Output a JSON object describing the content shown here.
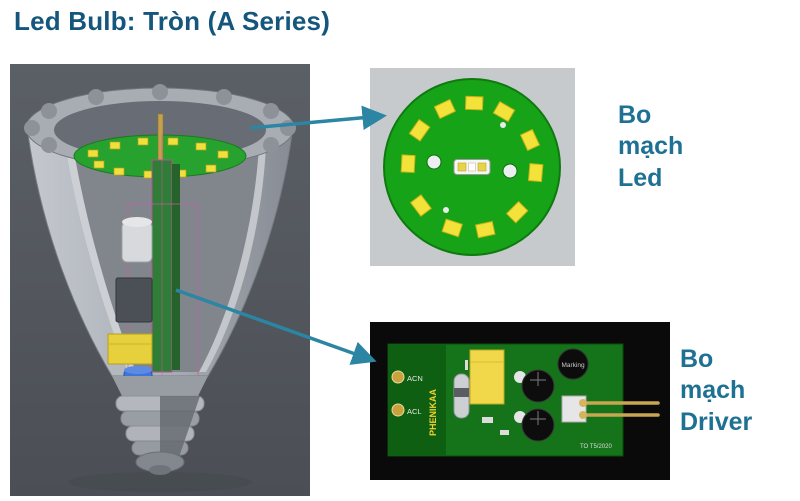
{
  "title": "Led Bulb: Tròn (A Series)",
  "callouts": {
    "led_board_label": "Bo mạch Led",
    "driver_board_label": "Bo mạch Driver"
  },
  "driver_pcb": {
    "brand": "PHENIKAA",
    "terminal_acn": "ACN",
    "terminal_acl": "ACL",
    "marking_text": "Marking",
    "date_code": "TO T5/2020"
  },
  "colors": {
    "title_text": "#15567d",
    "callout_text": "#1e7193",
    "arrow": "#2b85a3",
    "led_pcb_green": "#17a317",
    "led_chip_yellow": "#f2e23a",
    "bulb_panel_bg": "#53575d",
    "driver_panel_bg": "#0a0a0a"
  }
}
